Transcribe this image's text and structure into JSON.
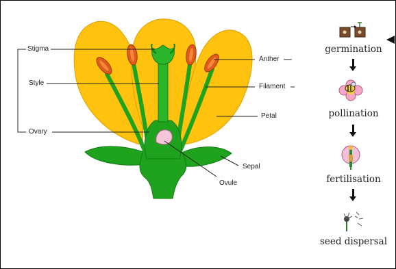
{
  "flower": {
    "labels": {
      "stigma": "Stigma",
      "style": "Style",
      "ovary": "Ovary",
      "anther": "Anther",
      "filament": "Filament",
      "petal": "Petal",
      "sepal": "Sepal",
      "ovule": "Ovule"
    },
    "colors": {
      "petal": "#ffc20e",
      "green": "#1fa31f",
      "anther": "#e25a1a",
      "ovule": "#f4c6d8"
    }
  },
  "life_cycle": {
    "stages": [
      {
        "label": "germination",
        "icon": "seedling-pots-icon"
      },
      {
        "label": "pollination",
        "icon": "bee-on-flower-icon"
      },
      {
        "label": "fertilisation",
        "icon": "flower-with-pollen-tube-icon"
      },
      {
        "label": "seed dispersal",
        "icon": "dandelion-seeds-icon"
      }
    ]
  }
}
